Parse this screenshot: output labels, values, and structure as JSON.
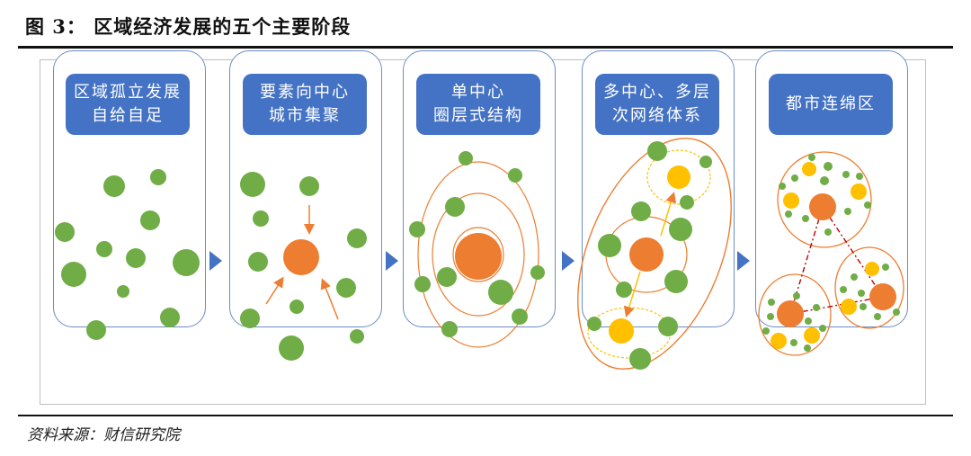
{
  "figure": {
    "title": "图 3： 区域经济发展的五个主要阶段",
    "source": "资料来源：财信研究院"
  },
  "stages": [
    {
      "line1": "区域孤立发展",
      "line2": "自给自足"
    },
    {
      "line1": "要素向中心",
      "line2": "城市集聚"
    },
    {
      "line1": "单中心",
      "line2": "圈层式结构"
    },
    {
      "line1": "多中心、多层",
      "line2": "次网络体系"
    },
    {
      "line1": "都市连绵区",
      "line2": ""
    }
  ],
  "colors": {
    "header": "#4472c4",
    "green": "#70ad47",
    "orange": "#ed7d31",
    "yellow": "#ffc000",
    "panel_border": "#6b8cc7",
    "link": "#c00000"
  }
}
